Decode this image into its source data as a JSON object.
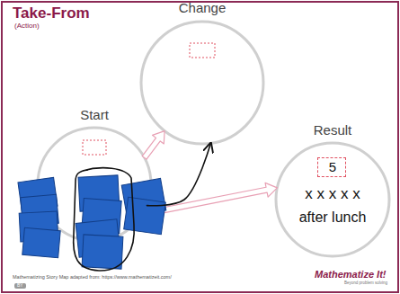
{
  "diagram": {
    "title": "Take-From",
    "nodes": [
      {
        "text": [
          "Change"
        ]
      },
      {
        "text": [
          "Start"
        ]
      },
      {
        "text": [
          "Result",
          "x x x x x",
          "after lunch"
        ]
      },
      {
        "text": [
          "5"
        ],
        "in": 2
      }
    ],
    "edges": [
      {
        "from": 1,
        "to": 0,
        "arrow": "to"
      },
      {
        "from": 1,
        "to": 2,
        "arrow": "to"
      },
      {
        "from": 1,
        "to": 0,
        "arrow": "to"
      }
    ],
    "labels": [
      "(Action)",
      "Mathematizing Story Map adapted from: https://www.mathematizeit.com/",
      "BY",
      "Mathematize It!",
      "Beyond problem solving"
    ]
  }
}
